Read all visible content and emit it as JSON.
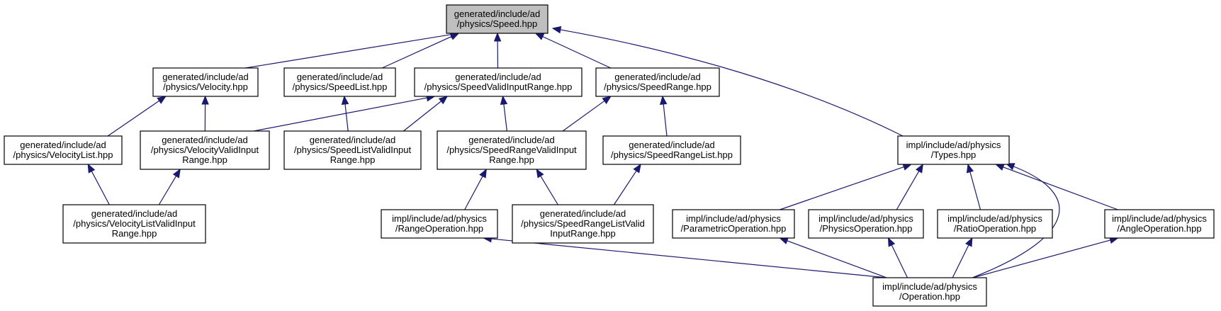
{
  "graph": {
    "colors": {
      "edge": "#191970",
      "root_fill": "#bfbfbf",
      "node_fill": "#ffffff",
      "node_border": "#000000"
    },
    "nodes": [
      {
        "id": "speed",
        "lines": [
          "generated/include/ad",
          "/physics/Speed.hpp"
        ],
        "root": true
      },
      {
        "id": "velocity",
        "lines": [
          "generated/include/ad",
          "/physics/Velocity.hpp"
        ]
      },
      {
        "id": "speedlist",
        "lines": [
          "generated/include/ad",
          "/physics/SpeedList.hpp"
        ]
      },
      {
        "id": "speedvalidinputrange",
        "lines": [
          "generated/include/ad",
          "/physics/SpeedValidInputRange.hpp"
        ]
      },
      {
        "id": "speedrange",
        "lines": [
          "generated/include/ad",
          "/physics/SpeedRange.hpp"
        ]
      },
      {
        "id": "velocitylist",
        "lines": [
          "generated/include/ad",
          "/physics/VelocityList.hpp"
        ]
      },
      {
        "id": "velocityvalidinputrange",
        "lines": [
          "generated/include/ad",
          "/physics/VelocityValidInput",
          "Range.hpp"
        ]
      },
      {
        "id": "speedlistvalidinputrange",
        "lines": [
          "generated/include/ad",
          "/physics/SpeedListValidInput",
          "Range.hpp"
        ]
      },
      {
        "id": "speedrangevalidinputrange",
        "lines": [
          "generated/include/ad",
          "/physics/SpeedRangeValidInput",
          "Range.hpp"
        ]
      },
      {
        "id": "speedrangelist",
        "lines": [
          "generated/include/ad",
          "/physics/SpeedRangeList.hpp"
        ]
      },
      {
        "id": "types",
        "lines": [
          "impl/include/ad/physics",
          "/Types.hpp"
        ]
      },
      {
        "id": "velocitylistvalidinputrange",
        "lines": [
          "generated/include/ad",
          "/physics/VelocityListValidInput",
          "Range.hpp"
        ]
      },
      {
        "id": "rangeoperation",
        "lines": [
          "impl/include/ad/physics",
          "/RangeOperation.hpp"
        ]
      },
      {
        "id": "speedrangelistvalidinputrange",
        "lines": [
          "generated/include/ad",
          "/physics/SpeedRangeListValid",
          "InputRange.hpp"
        ]
      },
      {
        "id": "parametricoperation",
        "lines": [
          "impl/include/ad/physics",
          "/ParametricOperation.hpp"
        ]
      },
      {
        "id": "physicsoperation",
        "lines": [
          "impl/include/ad/physics",
          "/PhysicsOperation.hpp"
        ]
      },
      {
        "id": "ratiooperation",
        "lines": [
          "impl/include/ad/physics",
          "/RatioOperation.hpp"
        ]
      },
      {
        "id": "angleoperation",
        "lines": [
          "impl/include/ad/physics",
          "/AngleOperation.hpp"
        ]
      },
      {
        "id": "operation",
        "lines": [
          "impl/include/ad/physics",
          "/Operation.hpp"
        ]
      }
    ],
    "edges": [
      {
        "from": "velocity",
        "to": "speed"
      },
      {
        "from": "speedlist",
        "to": "speed"
      },
      {
        "from": "speedvalidinputrange",
        "to": "speed"
      },
      {
        "from": "speedrange",
        "to": "speed"
      },
      {
        "from": "types",
        "to": "speed"
      },
      {
        "from": "velocitylist",
        "to": "velocity"
      },
      {
        "from": "velocityvalidinputrange",
        "to": "velocity"
      },
      {
        "from": "speedlistvalidinputrange",
        "to": "speedlist"
      },
      {
        "from": "velocityvalidinputrange",
        "to": "speedvalidinputrange"
      },
      {
        "from": "speedlistvalidinputrange",
        "to": "speedvalidinputrange"
      },
      {
        "from": "speedrangevalidinputrange",
        "to": "speedvalidinputrange"
      },
      {
        "from": "speedrangevalidinputrange",
        "to": "speedrange"
      },
      {
        "from": "speedrangelist",
        "to": "speedrange"
      },
      {
        "from": "velocitylistvalidinputrange",
        "to": "velocitylist"
      },
      {
        "from": "velocitylistvalidinputrange",
        "to": "velocityvalidinputrange"
      },
      {
        "from": "rangeoperation",
        "to": "speedrangevalidinputrange"
      },
      {
        "from": "speedrangelistvalidinputrange",
        "to": "speedrangevalidinputrange"
      },
      {
        "from": "speedrangelistvalidinputrange",
        "to": "speedrangelist"
      },
      {
        "from": "parametricoperation",
        "to": "types"
      },
      {
        "from": "physicsoperation",
        "to": "types"
      },
      {
        "from": "ratiooperation",
        "to": "types"
      },
      {
        "from": "angleoperation",
        "to": "types"
      },
      {
        "from": "operation",
        "to": "types"
      },
      {
        "from": "operation",
        "to": "rangeoperation"
      },
      {
        "from": "operation",
        "to": "parametricoperation"
      },
      {
        "from": "operation",
        "to": "physicsoperation"
      },
      {
        "from": "operation",
        "to": "ratiooperation"
      },
      {
        "from": "operation",
        "to": "angleoperation"
      }
    ]
  }
}
